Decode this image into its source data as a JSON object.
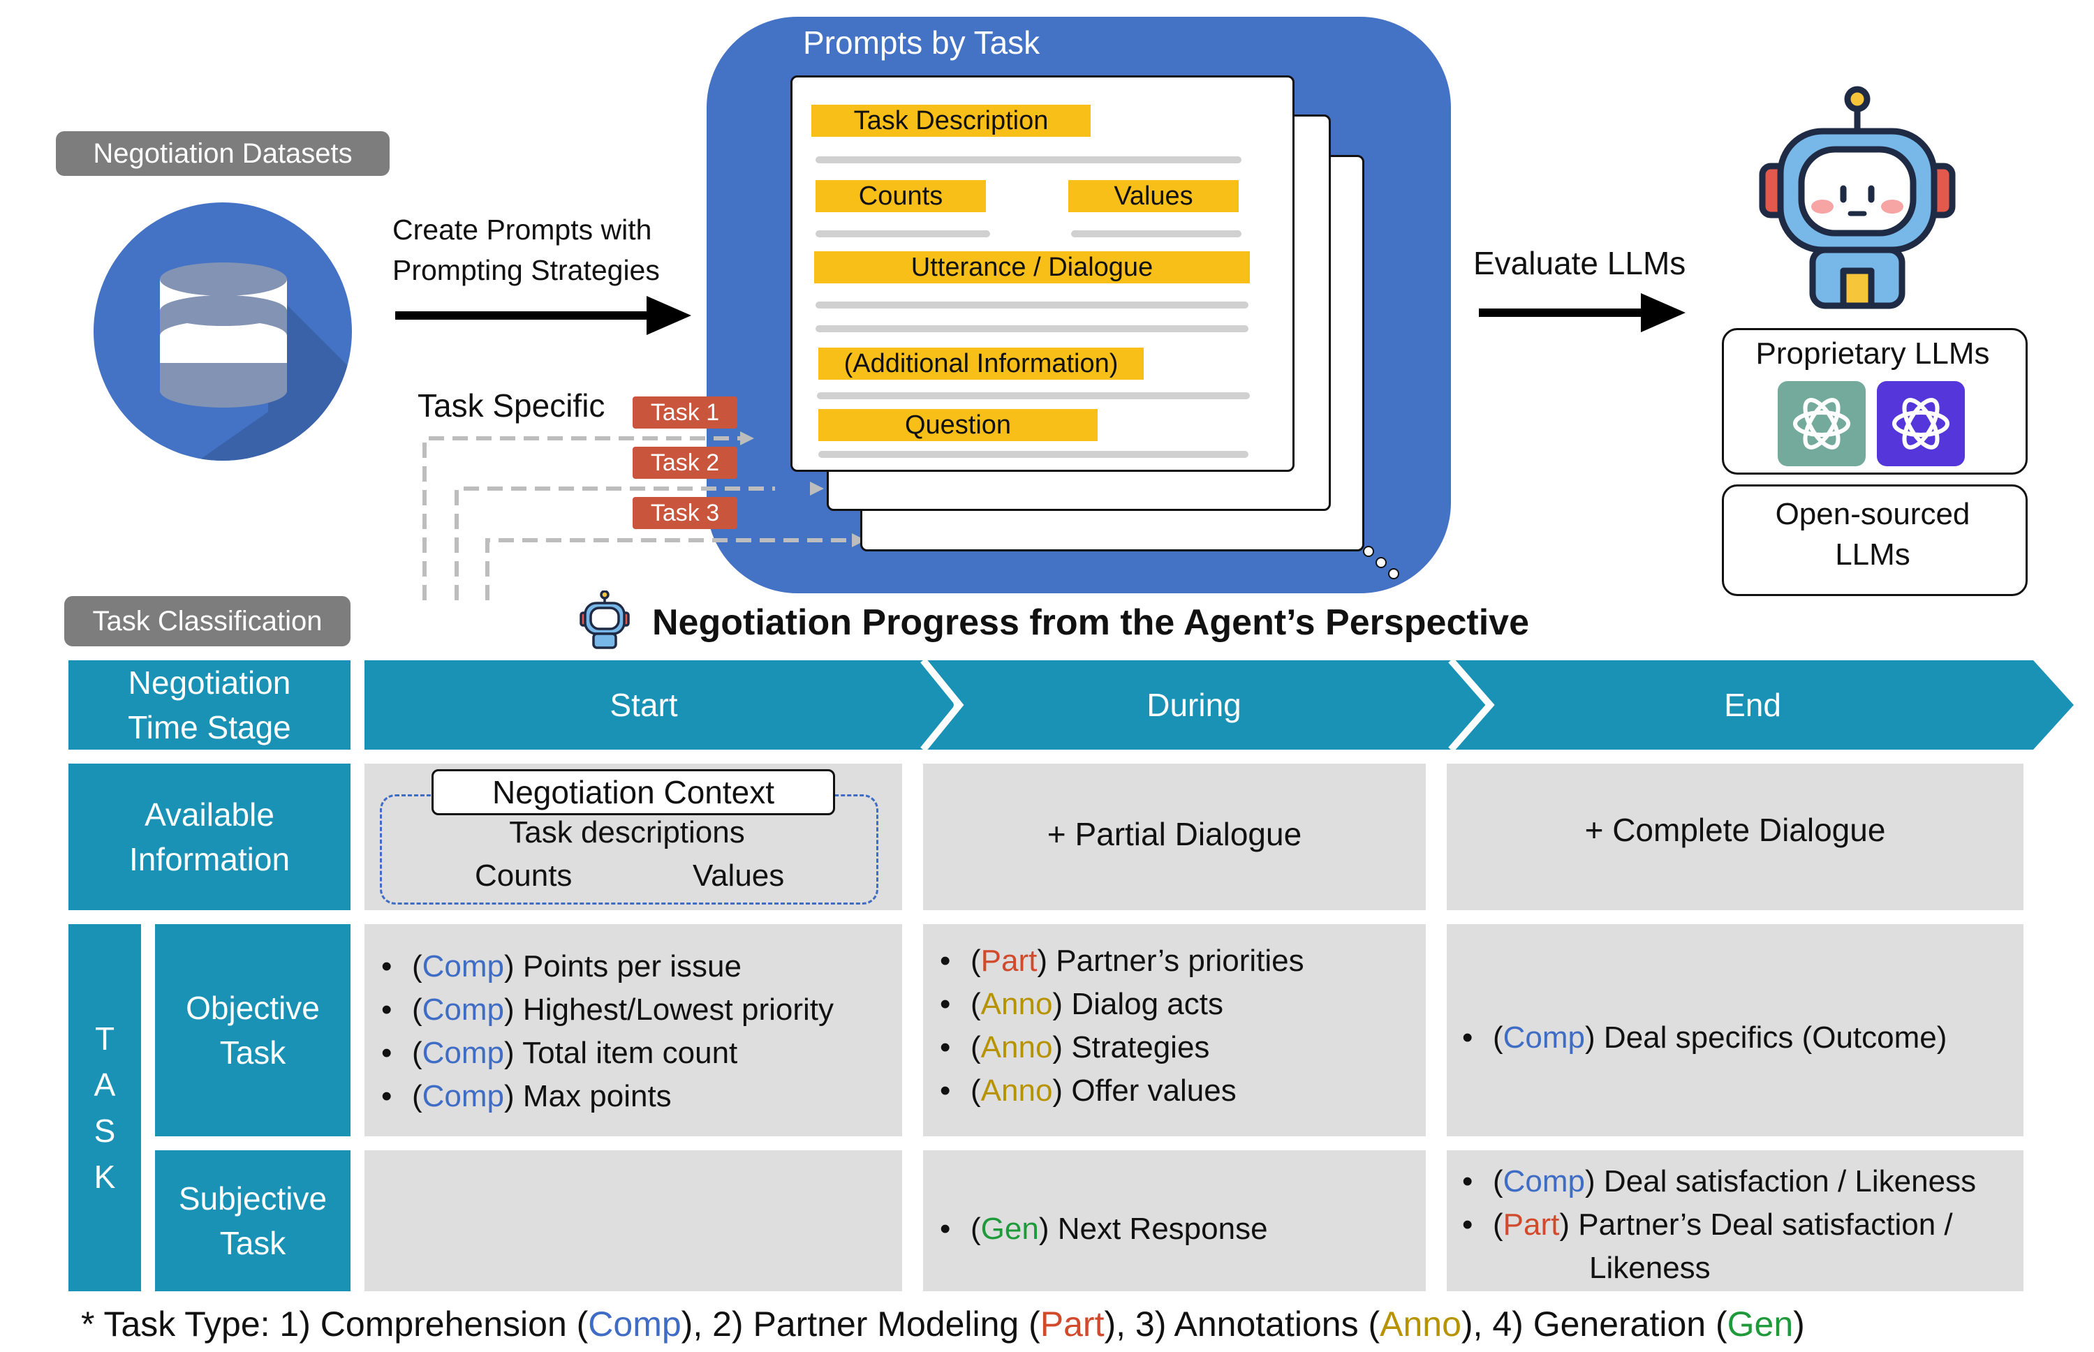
{
  "datasets_label": "Negotiation Datasets",
  "create_prompts_label": [
    "Create Prompts with",
    "Prompting Strategies"
  ],
  "task_specific_label": "Task Specific",
  "tasks": [
    "Task 1",
    "Task 2",
    "Task 3"
  ],
  "prompts_panel": {
    "title": "Prompts by Task",
    "fields": {
      "task_description": "Task Description",
      "counts": "Counts",
      "values": "Values",
      "utterance": "Utterance / Dialogue",
      "additional": "(Additional Information)",
      "question": "Question"
    }
  },
  "evaluate_label": "Evaluate LLMs",
  "proprietary_label": "Proprietary LLMs",
  "open_sourced_label": [
    "Open-sourced",
    "LLMs"
  ],
  "task_classification_label": "Task Classification",
  "progress_title": "Negotiation Progress from the Agent’s Perspective",
  "row_headers": {
    "time_stage": [
      "Negotiation",
      "Time Stage"
    ],
    "available_info": [
      "Available",
      "Information"
    ],
    "task_vertical": [
      "T",
      "A",
      "S",
      "K"
    ],
    "objective": [
      "Objective",
      "Task"
    ],
    "subjective": [
      "Subjective",
      "Task"
    ]
  },
  "stages": [
    "Start",
    "During",
    "End"
  ],
  "available": {
    "context_title": "Negotiation Context",
    "context_task_desc": "Task descriptions",
    "context_counts": "Counts",
    "context_values": "Values",
    "during": "+ Partial Dialogue",
    "end": "+ Complete Dialogue"
  },
  "objective": {
    "start": [
      {
        "tag": "Comp",
        "text": "Points per issue"
      },
      {
        "tag": "Comp",
        "text": "Highest/Lowest priority"
      },
      {
        "tag": "Comp",
        "text": "Total item count"
      },
      {
        "tag": "Comp",
        "text": "Max points"
      }
    ],
    "during": [
      {
        "tag": "Part",
        "text": "Partner’s priorities"
      },
      {
        "tag": "Anno",
        "text": "Dialog acts"
      },
      {
        "tag": "Anno",
        "text": "Strategies"
      },
      {
        "tag": "Anno",
        "text": "Offer values"
      }
    ],
    "end": [
      {
        "tag": "Comp",
        "text": "Deal specifics (Outcome)"
      }
    ]
  },
  "subjective": {
    "during": [
      {
        "tag": "Gen",
        "text": "Next Response"
      }
    ],
    "end": [
      {
        "tag": "Comp",
        "text": "Deal satisfaction / Likeness"
      },
      {
        "tag": "Part",
        "text": "Partner’s Deal satisfaction /"
      }
    ],
    "end_continuation": "Likeness"
  },
  "footnote": {
    "prefix": "* Task Type: 1) Comprehension (",
    "comp": "Comp",
    "mid1": "), 2) Partner Modeling (",
    "part": "Part",
    "mid2": "), 3) Annotations (",
    "anno": "Anno",
    "mid3": "), 4) Generation (",
    "gen": "Gen",
    "suffix": ")"
  },
  "colors": {
    "teal": "#1a92b5",
    "panel_blue": "#4472c4",
    "highlight": "#f7bf18",
    "task_tag": "#c9553c",
    "comp": "#3f6cc4",
    "part": "#d24a2c",
    "anno": "#b89300",
    "gen": "#1e9a3a"
  },
  "icons": [
    "database-icon",
    "robot-icon",
    "chatgpt-logo-green",
    "chatgpt-logo-purple",
    "small-robot-icon"
  ]
}
